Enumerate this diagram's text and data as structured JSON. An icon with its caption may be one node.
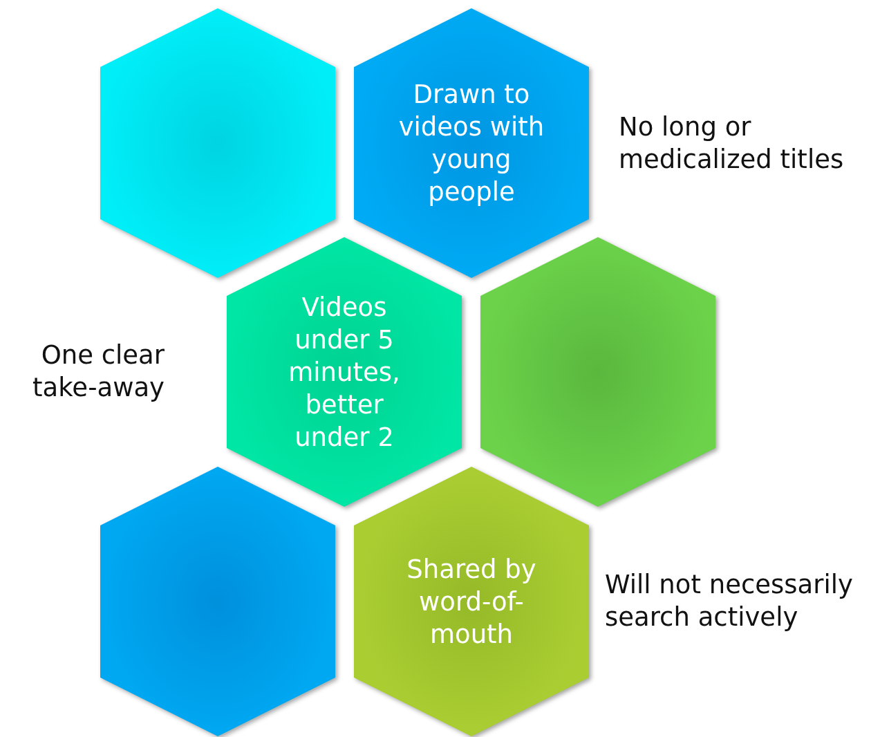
{
  "diagram": {
    "nodes": [
      {
        "text": [],
        "shape": "hexagon"
      },
      {
        "text": [
          "Drawn to videos with young people"
        ]
      },
      {
        "text": [
          "Videos under 5 minutes, better under 2"
        ]
      },
      {
        "text": [],
        "shape": "hexagon"
      },
      {
        "text": [],
        "shape": "hexagon"
      },
      {
        "text": [
          "Shared by word-of-mouth"
        ]
      }
    ],
    "labels": [
      "No long or medicalized titles",
      "One clear take-away",
      "Will not necessarily search actively"
    ]
  }
}
